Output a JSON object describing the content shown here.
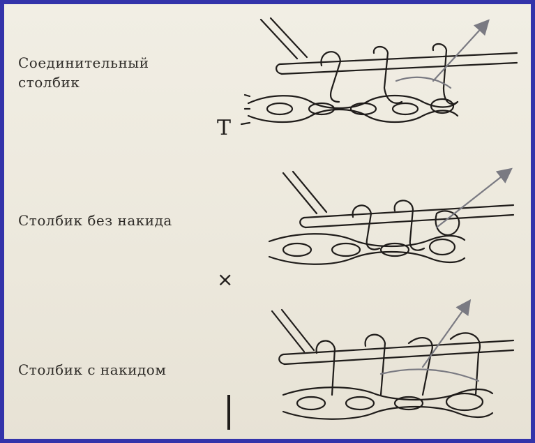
{
  "rows": [
    {
      "label": "Соединительный\nстолбик",
      "symbol": "T"
    },
    {
      "label": "Столбик без накида",
      "symbol": "×"
    },
    {
      "label": "Столбик с накидом",
      "symbol": "|"
    }
  ],
  "colors": {
    "border": "#3333aa",
    "ink": "#2e2b27",
    "arrow": "#7a7a82"
  }
}
